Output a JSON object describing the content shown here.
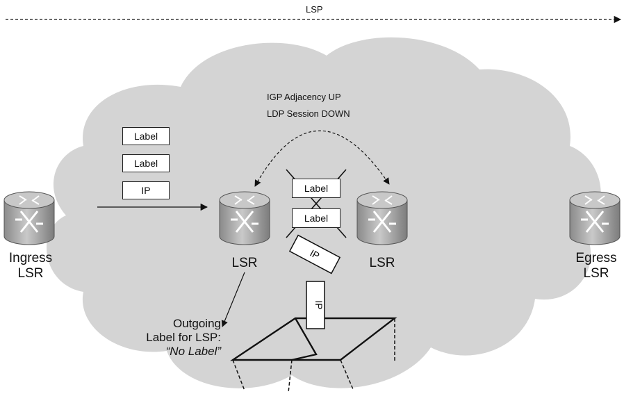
{
  "lsp_label": "LSP",
  "status": {
    "igp": "IGP Adjacency UP",
    "ldp": "LDP Session DOWN"
  },
  "packet_stack": [
    "Label",
    "Label",
    "IP"
  ],
  "dropped_labels": [
    "Label",
    "Label"
  ],
  "ip_packet": "IP",
  "dropped_ip": "IP",
  "routers": {
    "ingress": [
      "Ingress",
      "LSR"
    ],
    "lsr1": "LSR",
    "lsr2": "LSR",
    "egress": [
      "Egress",
      "LSR"
    ]
  },
  "outgoing": {
    "line1": "Outgoing",
    "line2": "Label for LSP:",
    "line3": "“No Label”"
  },
  "colors": {
    "cloud": "#d4d4d4",
    "router_body": "#a9a9a9",
    "router_top": "#c8c8c8",
    "line": "#111111"
  }
}
